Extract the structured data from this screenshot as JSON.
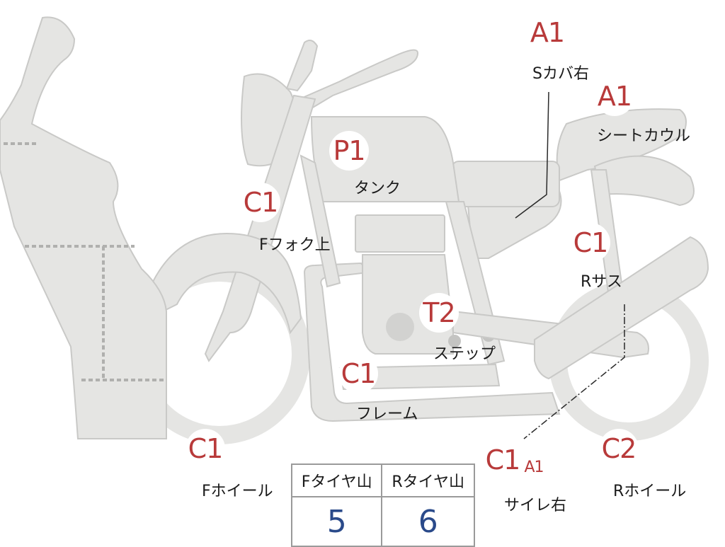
{
  "parts": [
    {
      "id": "seat-cover-right",
      "code": "A1",
      "label": "Sカバ右"
    },
    {
      "id": "seat-cowl",
      "code": "A1",
      "label": "シートカウル"
    },
    {
      "id": "tank",
      "code": "P1",
      "label": "タンク"
    },
    {
      "id": "front-fork-upper",
      "code": "C1",
      "label": "Fフォク上"
    },
    {
      "id": "rear-suspension",
      "code": "C1",
      "label": "Rサス"
    },
    {
      "id": "step",
      "code": "T2",
      "label": "ステップ"
    },
    {
      "id": "frame",
      "code": "C1",
      "label": "フレーム"
    },
    {
      "id": "front-wheel",
      "code": "C1",
      "label": "Fホイール"
    },
    {
      "id": "silencer-right",
      "code": "C1",
      "code2": "A1",
      "label": "サイレ右"
    },
    {
      "id": "rear-wheel",
      "code": "C2",
      "label": "Rホイール"
    }
  ],
  "tire_table": {
    "headers": [
      "Fタイヤ山",
      "Rタイヤ山"
    ],
    "values": [
      "5",
      "6"
    ]
  },
  "colors": {
    "body_fill": "#e5e5e3",
    "outline": "#c8c8c6",
    "code_red": "#b83a3a",
    "value_blue": "#2a4a8a"
  }
}
